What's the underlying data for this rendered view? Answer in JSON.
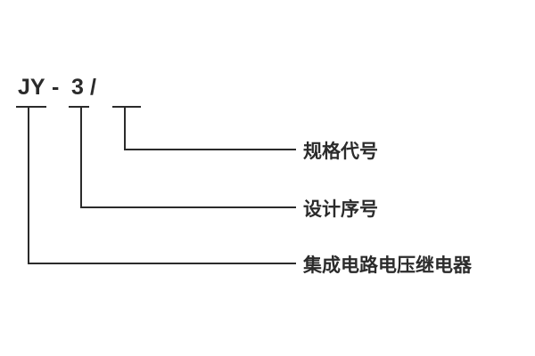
{
  "model": {
    "prefix": "JY",
    "dash": "-",
    "series": "3",
    "slash": "/"
  },
  "labels": {
    "spec": "规格代号",
    "design": "设计序号",
    "product": "集成电路电压继电器"
  },
  "colors": {
    "line": "#2b2b2b",
    "text": "#2b2b2b",
    "background": "#ffffff"
  }
}
